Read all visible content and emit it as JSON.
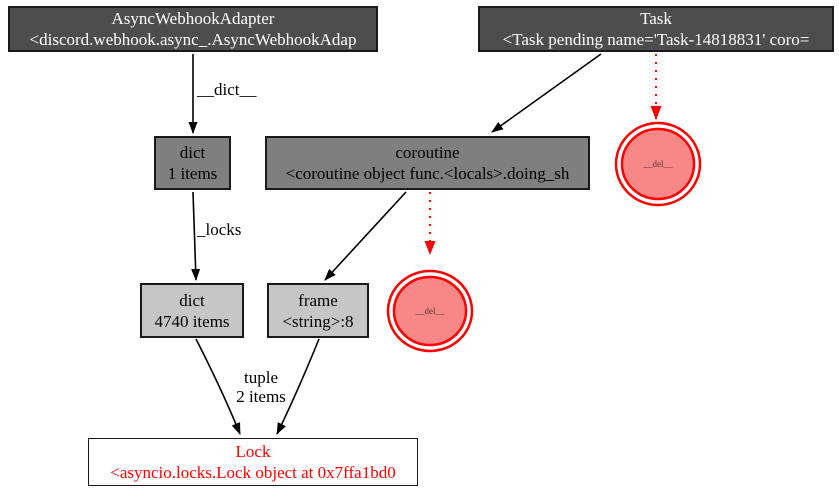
{
  "diagram": {
    "type": "object-reference-graph",
    "background": "#ffffff",
    "colors": {
      "dark_node_fill": "#4d4d4d",
      "dark_node_text": "#ffffff",
      "mid_node_fill": "#7f7f7f",
      "light_node_fill": "#c6c6c6",
      "node_border": "#1a1a1a",
      "edge_color": "#000000",
      "highlight_red": "#ff0000",
      "del_circle_fill": "#f88888",
      "lock_text": "#ff0000"
    },
    "nodes": {
      "adapter": {
        "title": "AsyncWebhookAdapter",
        "subtitle": "<discord.webhook.async_.AsyncWebhookAdap"
      },
      "task": {
        "title": "Task",
        "subtitle": "<Task pending name='Task-14818831' coro="
      },
      "dict_small": {
        "title": "dict",
        "subtitle": "1 items"
      },
      "coroutine": {
        "title": "coroutine",
        "subtitle": "<coroutine object func.<locals>.doing_sh"
      },
      "dict_large": {
        "title": "dict",
        "subtitle": "4740 items"
      },
      "frame": {
        "title": "frame",
        "subtitle": "<string>:8"
      },
      "lock": {
        "title": "Lock",
        "subtitle": "<asyncio.locks.Lock object at 0x7ffa1bd0"
      },
      "del_right": {
        "label": "__del__"
      },
      "del_left": {
        "label": "__del__"
      }
    },
    "edge_labels": {
      "dict_attr": "__dict__",
      "locks_attr": "_locks",
      "tuple_line1": "tuple",
      "tuple_line2": "2 items"
    }
  }
}
